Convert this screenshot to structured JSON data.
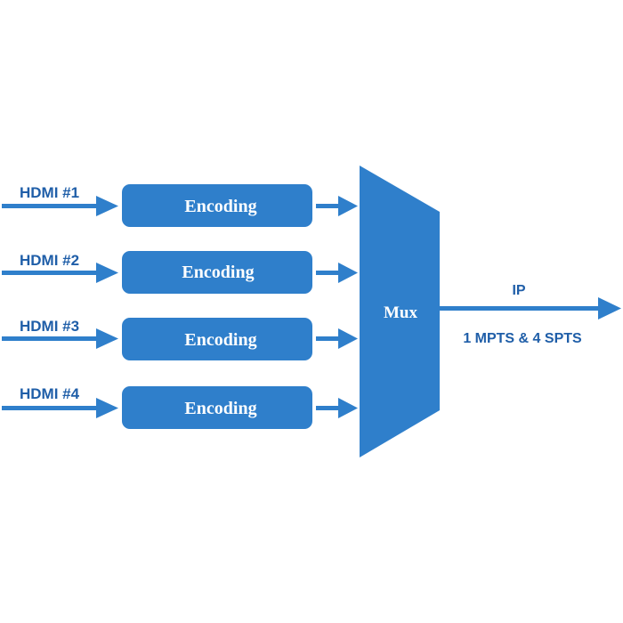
{
  "colors": {
    "accent": "#2f7fcb",
    "text_dark": "#1f5ea8",
    "text_light": "#ffffff"
  },
  "inputs": [
    {
      "label": "HDMI #1",
      "encoder": "Encoding"
    },
    {
      "label": "HDMI #2",
      "encoder": "Encoding"
    },
    {
      "label": "HDMI #3",
      "encoder": "Encoding"
    },
    {
      "label": "HDMI #4",
      "encoder": "Encoding"
    }
  ],
  "mux": {
    "label": "Mux"
  },
  "output": {
    "label": "IP",
    "caption": "1 MPTS & 4 SPTS"
  }
}
